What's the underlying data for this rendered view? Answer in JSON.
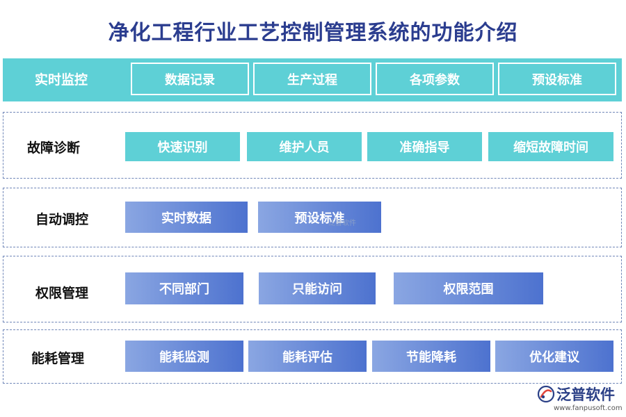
{
  "title": "净化工程行业工艺控制管理系统的功能介绍",
  "colors": {
    "teal": "#5ed0d6",
    "blue_start": "#8aa6e2",
    "blue_end": "#4d72cf",
    "title": "#2b3d8f"
  },
  "rows": [
    {
      "label": "实时监控",
      "items": [
        "数据记录",
        "生产过程",
        "各项参数",
        "预设标准"
      ]
    },
    {
      "label": "故障诊断",
      "items": [
        "快速识别",
        "维护人员",
        "准确指导",
        "缩短故障时间"
      ]
    },
    {
      "label": "自动调控",
      "items": [
        "实时数据",
        "预设标准"
      ]
    },
    {
      "label": "权限管理",
      "items": [
        "不同部门",
        "只能访问",
        "权限范围"
      ]
    },
    {
      "label": "能耗管理",
      "items": [
        "能耗监测",
        "能耗评估",
        "节能降耗",
        "优化建议"
      ]
    }
  ],
  "watermark": "泛普软件",
  "logo": {
    "icon": "fanpu-logo-icon",
    "name": "泛普软件",
    "url": "www.fanpusoft.com"
  }
}
